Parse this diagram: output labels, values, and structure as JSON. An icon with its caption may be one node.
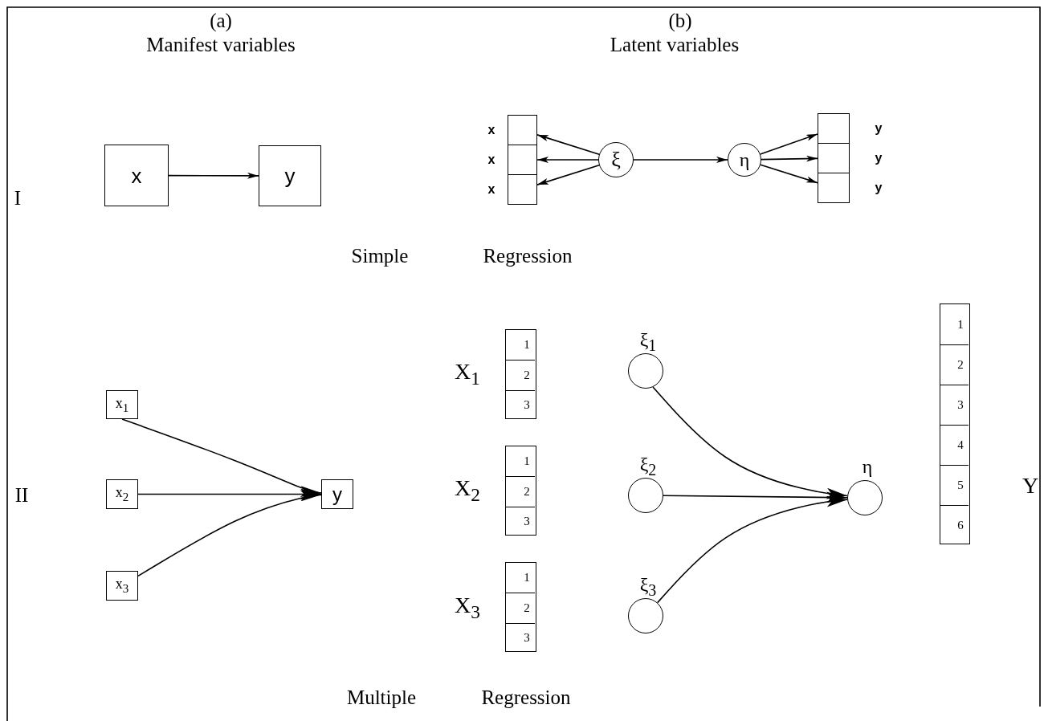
{
  "diagram": {
    "nodes": [
      {
        "text": [
          "x"
        ]
      },
      {
        "text": [
          "y"
        ]
      },
      {
        "text": [],
        "shape": "box",
        "beside": [
          "x"
        ]
      },
      {
        "text": [],
        "shape": "box",
        "beside": [
          "x"
        ]
      },
      {
        "text": [],
        "shape": "box",
        "beside": [
          "x"
        ]
      },
      {
        "text": [
          "ξ"
        ]
      },
      {
        "text": [
          "η"
        ]
      },
      {
        "text": [],
        "shape": "box",
        "beside": [
          "y"
        ]
      },
      {
        "text": [],
        "shape": "box",
        "beside": [
          "y"
        ]
      },
      {
        "text": [],
        "shape": "box",
        "beside": [
          "y"
        ]
      },
      {
        "text": [
          "x$_{1}$"
        ]
      },
      {
        "text": [
          "x$_{2}$"
        ]
      },
      {
        "text": [
          "x$_{3}$"
        ]
      },
      {
        "text": [
          "y"
        ]
      },
      {
        "text": [],
        "shape": "box",
        "beside": [
          "X$_{1}$"
        ]
      },
      {
        "text": [
          "1"
        ],
        "in": 14
      },
      {
        "text": [
          "2"
        ],
        "in": 14
      },
      {
        "text": [
          "3"
        ],
        "in": 14
      },
      {
        "text": [],
        "shape": "box",
        "beside": [
          "X$_{2}$"
        ]
      },
      {
        "text": [
          "1"
        ],
        "in": 18
      },
      {
        "text": [
          "2"
        ],
        "in": 18
      },
      {
        "text": [
          "3"
        ],
        "in": 18
      },
      {
        "text": [],
        "shape": "box",
        "beside": [
          "X$_{3}$"
        ]
      },
      {
        "text": [
          "1"
        ],
        "in": 22
      },
      {
        "text": [
          "2"
        ],
        "in": 22
      },
      {
        "text": [
          "3"
        ],
        "in": 22
      },
      {
        "text": [
          "ξ$_{1}$"
        ]
      },
      {
        "text": [
          "ξ$_{2}$"
        ]
      },
      {
        "text": [
          "ξ$_{3}$"
        ]
      },
      {
        "text": [
          "η"
        ]
      },
      {
        "text": [],
        "shape": "box",
        "beside": [
          "Y"
        ]
      },
      {
        "text": [
          "1"
        ],
        "in": 30
      },
      {
        "text": [
          "2"
        ],
        "in": 30
      },
      {
        "text": [
          "3"
        ],
        "in": 30
      },
      {
        "text": [
          "4"
        ],
        "in": 30
      },
      {
        "text": [
          "5"
        ],
        "in": 30
      },
      {
        "text": [
          "6"
        ],
        "in": 30
      }
    ],
    "edges": [
      {
        "from": 0,
        "to": 1,
        "arrow": "to"
      },
      {
        "from": 5,
        "to": 2,
        "arrow": "to"
      },
      {
        "from": 5,
        "to": 3,
        "arrow": "to"
      },
      {
        "from": 5,
        "to": 4,
        "arrow": "to"
      },
      {
        "from": 5,
        "to": 6,
        "arrow": "to"
      },
      {
        "from": 6,
        "to": 7,
        "arrow": "to"
      },
      {
        "from": 6,
        "to": 8,
        "arrow": "to"
      },
      {
        "from": 6,
        "to": 9,
        "arrow": "to"
      },
      {
        "from": 10,
        "to": 13,
        "arrow": "to"
      },
      {
        "from": 11,
        "to": 13,
        "arrow": "to"
      },
      {
        "from": 12,
        "to": 13,
        "arrow": "to"
      },
      {
        "from": 26,
        "to": 29,
        "arrow": "to"
      },
      {
        "from": 27,
        "to": 29,
        "arrow": "to"
      },
      {
        "from": 28,
        "to": 29,
        "arrow": "to"
      }
    ],
    "labels": [
      "(a)",
      "Manifest variables",
      "(b)",
      "Latent variables",
      "I",
      "II",
      "Simple",
      "Regression",
      "Multiple",
      "Regression"
    ]
  }
}
